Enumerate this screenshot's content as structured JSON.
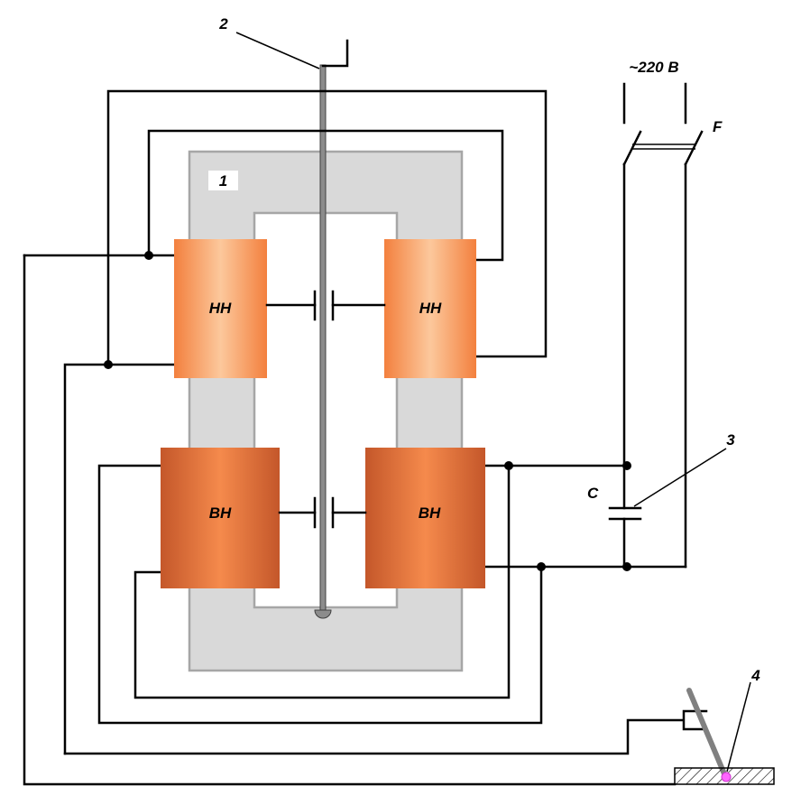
{
  "diagram": {
    "core_number": "1",
    "lead_numbers": [
      "2",
      "3",
      "4"
    ],
    "coils": {
      "lv_left": "НН",
      "lv_right": "НН",
      "hv_left": "ВН",
      "hv_right": "ВН"
    },
    "supply_voltage": "~220 В",
    "switch_label": "F",
    "capacitor_label": "C"
  },
  "colors": {
    "core_fill": "#d9d9d9",
    "core_stroke": "#a6a6a6",
    "lv_coil_light": "#fcc89c",
    "lv_coil_dark": "#f3803e",
    "hv_coil_light": "#f58a4c",
    "hv_coil_dark": "#c4572a",
    "arc": "#ff66ff",
    "wire": "#000000"
  }
}
